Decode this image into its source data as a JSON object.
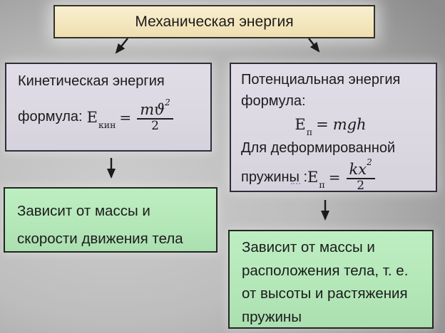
{
  "colors": {
    "background_light": "#cdcdcd",
    "background_dark": "#8d8d8d",
    "root_box_fill": "#f2e4ba",
    "energy_box_fill": "#dcd8e2",
    "depends_box_fill": "#b4e7b8",
    "box_border": "#26262b",
    "text": "#1b1b1b",
    "arrow": "#1a1a1a"
  },
  "root": {
    "title": "Механическая энергия"
  },
  "kinetic": {
    "title": "Кинетическая энергия",
    "formula_label": "формула:",
    "e_base": "Е",
    "e_sub": "кин",
    "equals": "=",
    "num_base": "mϑ",
    "num_sup": "2",
    "den": "2"
  },
  "kinetic_depends": {
    "line1": "Зависит от массы и",
    "line2": "скорости движения тела"
  },
  "potential": {
    "title": "Потенциальная энергия",
    "formula_label": "формула:",
    "e_base": "Е",
    "e_sub": "п",
    "equals": "=",
    "mgh": "mgh",
    "spring_line": "Для деформированной",
    "spring_prefix": "пружины :",
    "e2_base": "Е",
    "e2_sub": "п",
    "equals2": "=",
    "num_base": "kx",
    "num_sup": "2",
    "den": "2"
  },
  "potential_depends": {
    "line1": "Зависит от массы и",
    "line2": "расположения тела, т. е.",
    "line3": "от высоты и растяжения",
    "line4": "пружины"
  }
}
